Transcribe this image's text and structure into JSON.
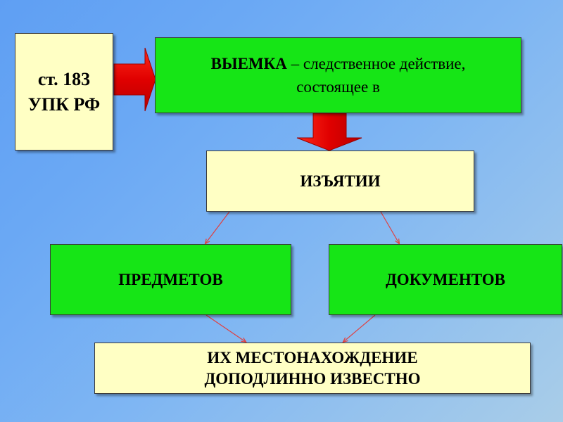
{
  "slide": {
    "article": {
      "line1": "ст. 183",
      "line2": "УПК РФ"
    },
    "definition": {
      "term": "ВЫЕМКА",
      "dash": " – ",
      "text_line1": "следственное действие,",
      "text_line2": "состоящее в"
    },
    "seizure": "ИЗЪЯТИИ",
    "objects": "ПРЕДМЕТОВ",
    "documents": "ДОКУМЕНТОВ",
    "location": {
      "line1": "ИХ МЕСТОНАХОЖДЕНИЕ",
      "line2": "ДОПОДЛИННО ИЗВЕСТНО"
    }
  },
  "colors": {
    "background": "#6aa8f4",
    "yellow_box": "#ffffc4",
    "green_box": "#16e516",
    "block_arrow": "#e50000",
    "thin_arrow": "#e04040"
  }
}
